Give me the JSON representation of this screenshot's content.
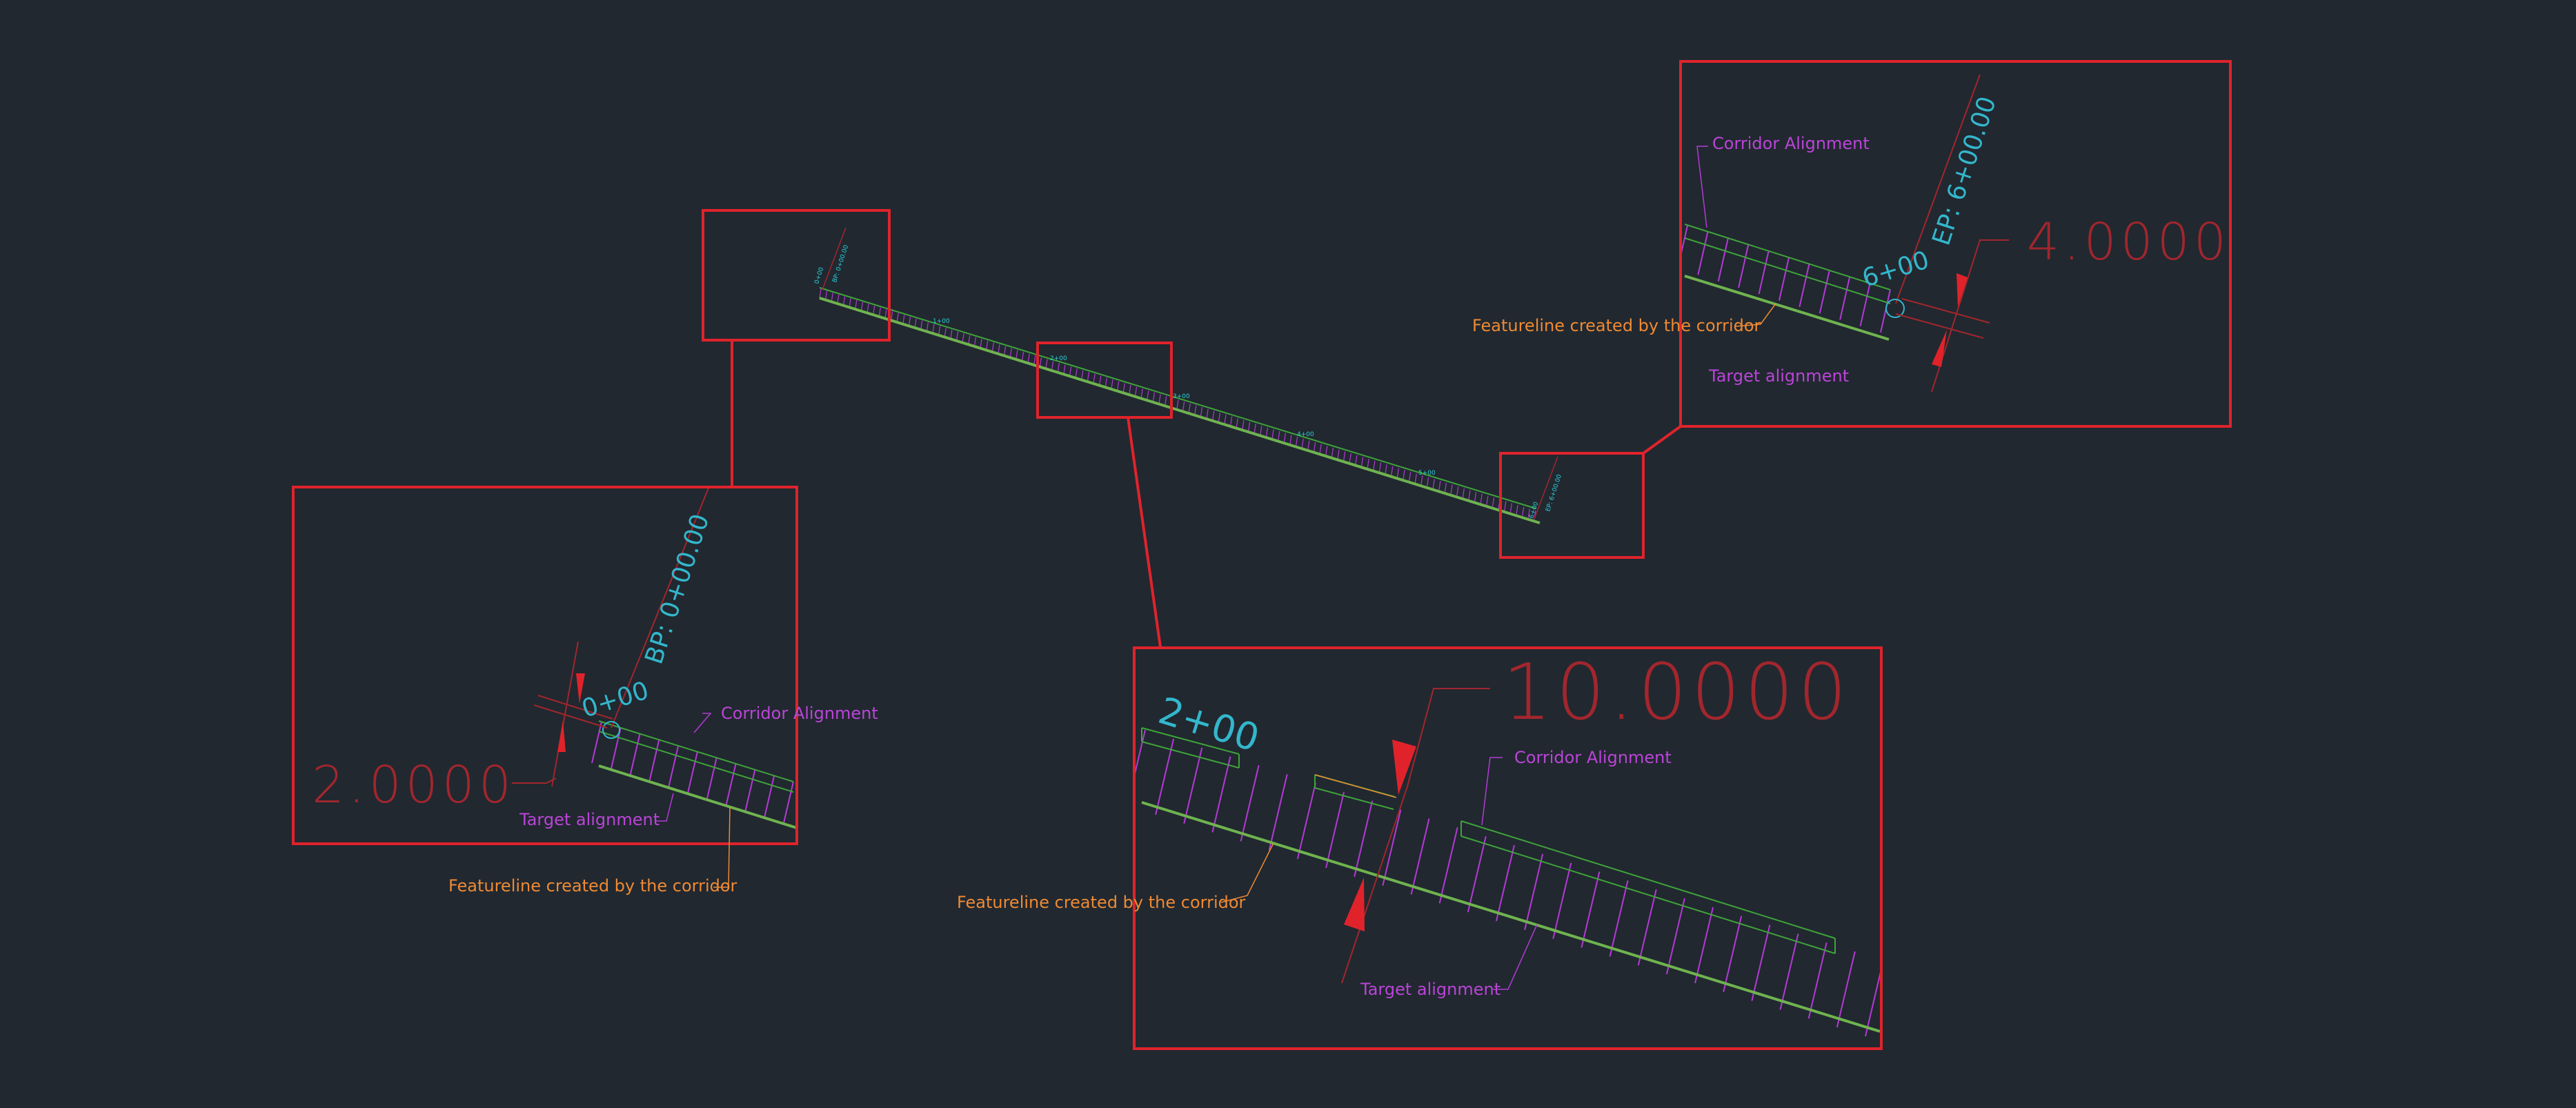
{
  "colors": {
    "background": "#212830",
    "frame": "#e0232b",
    "target_alignment": "#6fb34f",
    "corridor_offset": "#3fa33a",
    "ticks": "#b43ad6",
    "station_text": "#33b7cc",
    "dimension_text": "#a2262d",
    "label_orange": "#ee8a33",
    "label_magenta": "#bb44d8"
  },
  "overview": {
    "begin_point": "BP: 0+00.00",
    "end_point": "EP: 6+00.00",
    "stations": [
      "0+00",
      "1+00",
      "2+00",
      "3+00",
      "4+00",
      "5+00",
      "6+00"
    ]
  },
  "detail_start": {
    "begin_point_label": "BP: 0+00.00",
    "station_label": "0+00",
    "dimension_value": "2.0000",
    "corridor_alignment_label": "Corridor Alignment",
    "target_alignment_label": "Target alignment",
    "featureline_label": "Featureline created by the corridor"
  },
  "detail_middle": {
    "station_label": "2+00",
    "dimension_value": "10.0000",
    "corridor_alignment_label": "Corridor Alignment",
    "target_alignment_label": "Target alignment",
    "featureline_label": "Featureline created by the corridor"
  },
  "detail_end": {
    "end_point_label": "EP: 6+00.00",
    "station_label": "6+00",
    "dimension_value": "4.0000",
    "corridor_alignment_label": "Corridor Alignment",
    "target_alignment_label": "Target alignment",
    "featureline_label": "Featureline created by the corridor"
  }
}
